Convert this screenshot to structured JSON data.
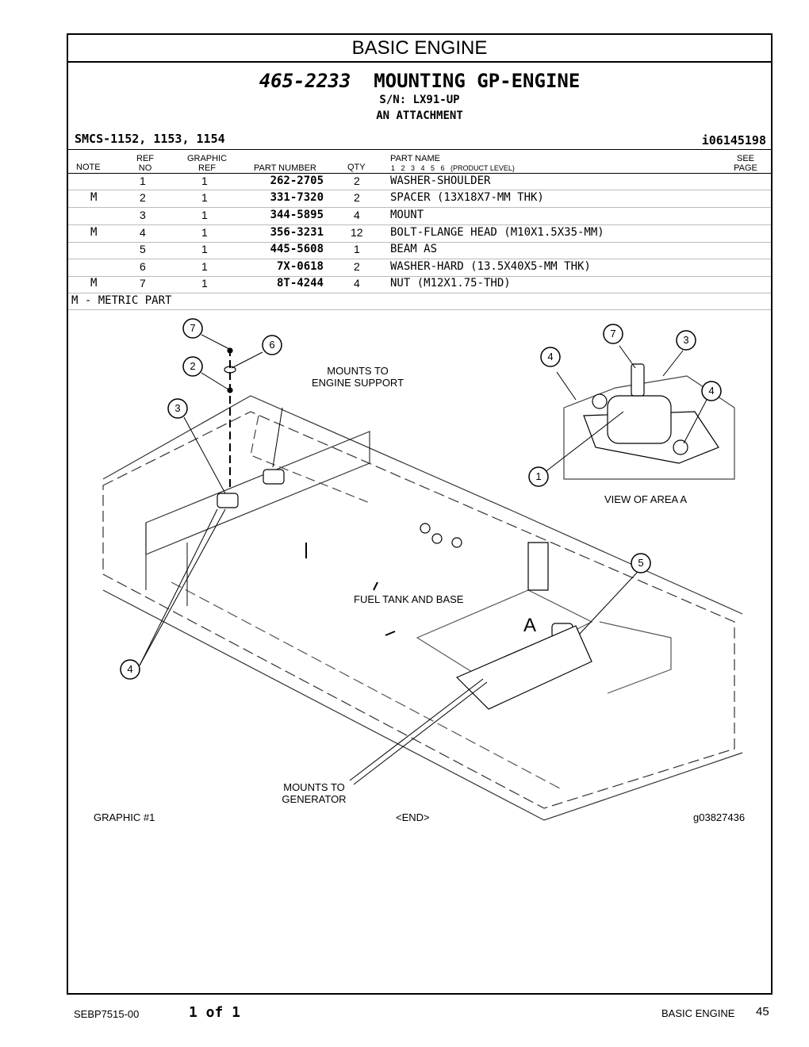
{
  "header": {
    "section_title": "BASIC ENGINE"
  },
  "group": {
    "number": "465-2233",
    "name": "MOUNTING GP-ENGINE",
    "serial": "S/N: LX91-UP",
    "type": "AN ATTACHMENT",
    "smcs": "SMCS-1152, 1153, 1154",
    "illustration_id": "i06145198"
  },
  "table": {
    "headers": {
      "note": "NOTE",
      "ref_top": "REF",
      "ref_bottom": "NO",
      "graphic_top": "GRAPHIC",
      "graphic_bottom": "REF",
      "part_number": "PART NUMBER",
      "qty": "QTY",
      "part_name": "PART NAME",
      "product_levels": "1   2   3   4   5   6   (PRODUCT LEVEL)",
      "see_top": "SEE",
      "see_bottom": "PAGE"
    },
    "rows": [
      {
        "note": "",
        "ref": "1",
        "graphic": "1",
        "part": "262-2705",
        "qty": "2",
        "name": "WASHER-SHOULDER"
      },
      {
        "note": "M",
        "ref": "2",
        "graphic": "1",
        "part": "331-7320",
        "qty": "2",
        "name": "SPACER (13X18X7-MM THK)"
      },
      {
        "note": "",
        "ref": "3",
        "graphic": "1",
        "part": "344-5895",
        "qty": "4",
        "name": "MOUNT"
      },
      {
        "note": "M",
        "ref": "4",
        "graphic": "1",
        "part": "356-3231",
        "qty": "12",
        "name": "BOLT-FLANGE HEAD (M10X1.5X35-MM)"
      },
      {
        "note": "",
        "ref": "5",
        "graphic": "1",
        "part": "445-5608",
        "qty": "1",
        "name": "BEAM AS"
      },
      {
        "note": "",
        "ref": "6",
        "graphic": "1",
        "part": "7X-0618",
        "qty": "2",
        "name": "WASHER-HARD (13.5X40X5-MM THK)"
      },
      {
        "note": "M",
        "ref": "7",
        "graphic": "1",
        "part": "8T-4244",
        "qty": "4",
        "name": "NUT (M12X1.75-THD)"
      }
    ],
    "legend": "M - METRIC PART"
  },
  "figure": {
    "labels": {
      "mounts_engine": "MOUNTS TO\nENGINE SUPPORT",
      "fuel_tank": "FUEL TANK AND BASE",
      "view_area": "VIEW OF AREA  A",
      "area_letter": "A",
      "mounts_generator": "MOUNTS TO\nGENERATOR",
      "graphic_no": "GRAPHIC  #1",
      "end": "<END>",
      "graphic_id": "g03827436"
    },
    "callouts": [
      "7",
      "6",
      "2",
      "3",
      "4",
      "7",
      "3",
      "4",
      "4",
      "1",
      "5"
    ]
  },
  "footer": {
    "doc_id": "SEBP7515-00",
    "page_of": "1 of 1",
    "section": "BASIC ENGINE",
    "page": "45"
  }
}
